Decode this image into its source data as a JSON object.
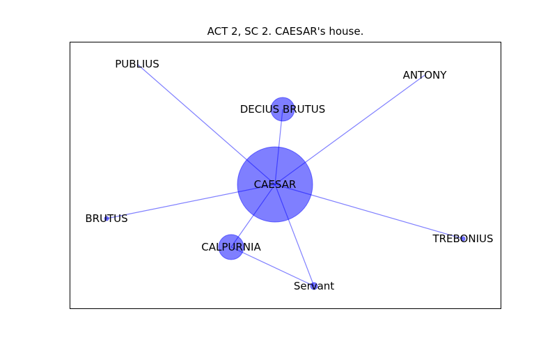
{
  "title": "ACT 2, SC 2. CAESAR's house.",
  "colors": {
    "node": "#0000ff",
    "edge": "#0000ff"
  },
  "graph": {
    "nodes": [
      {
        "id": "CAESAR",
        "label": "CAESAR"
      },
      {
        "id": "DECIUS BRUTUS",
        "label": "DECIUS BRUTUS"
      },
      {
        "id": "PUBLIUS",
        "label": "PUBLIUS"
      },
      {
        "id": "ANTONY",
        "label": "ANTONY"
      },
      {
        "id": "BRUTUS",
        "label": "BRUTUS"
      },
      {
        "id": "CALPURNIA",
        "label": "CALPURNIA"
      },
      {
        "id": "TREBONIUS",
        "label": "TREBONIUS"
      },
      {
        "id": "Servant",
        "label": "Servant"
      }
    ],
    "edges": [
      [
        "CAESAR",
        "PUBLIUS"
      ],
      [
        "CAESAR",
        "ANTONY"
      ],
      [
        "CAESAR",
        "DECIUS BRUTUS"
      ],
      [
        "CAESAR",
        "BRUTUS"
      ],
      [
        "CAESAR",
        "CALPURNIA"
      ],
      [
        "CAESAR",
        "TREBONIUS"
      ],
      [
        "CAESAR",
        "Servant"
      ],
      [
        "CALPURNIA",
        "Servant"
      ]
    ]
  }
}
